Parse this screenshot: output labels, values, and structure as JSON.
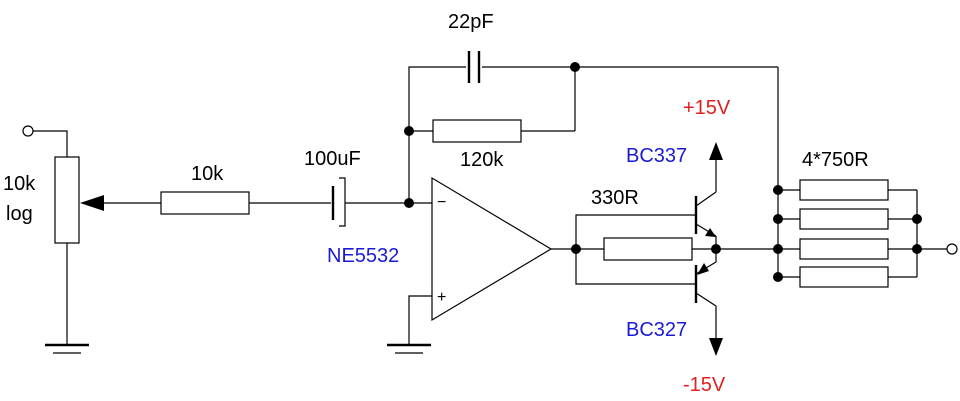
{
  "labels": {
    "pot_value": "10k",
    "pot_taper": "log",
    "r_input": "10k",
    "c_input": "100uF",
    "c_feedback": "22pF",
    "r_feedback": "120k",
    "opamp": "NE5532",
    "r_bias": "330R",
    "q_npn": "BC337",
    "q_pnp": "BC327",
    "supply_pos": "+15V",
    "supply_neg": "-15V",
    "r_output": "4*750R",
    "pin_minus": "−",
    "pin_plus": "+"
  },
  "colors": {
    "part_label": "#1a1ad6",
    "supply_label": "#e02020"
  }
}
